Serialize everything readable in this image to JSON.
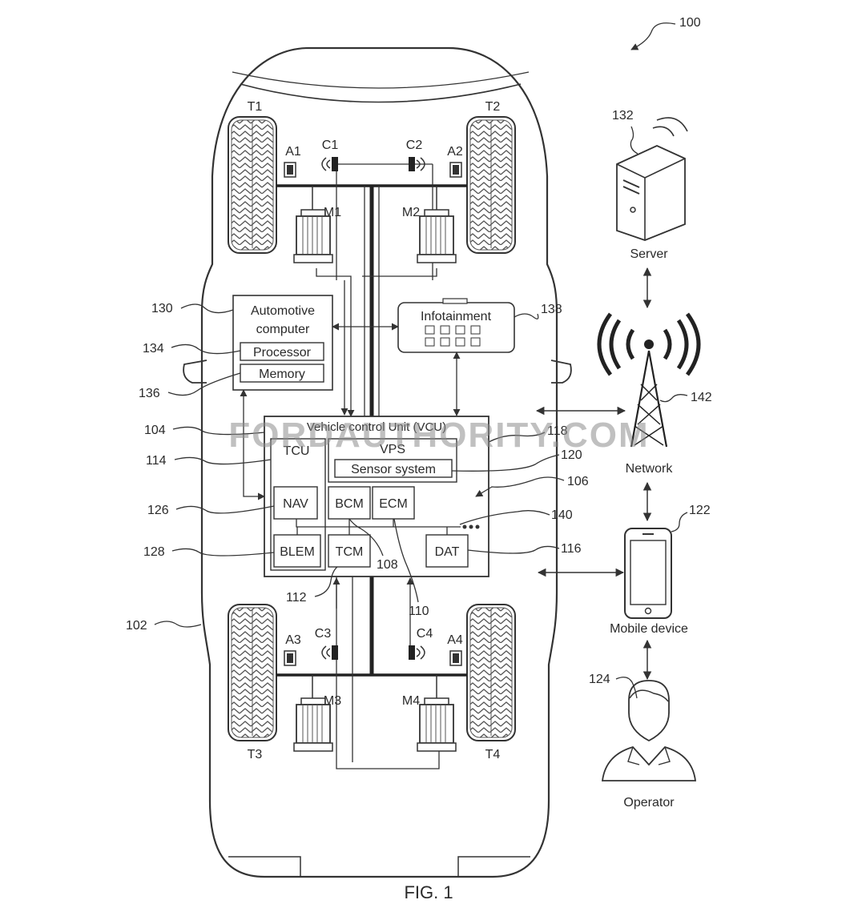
{
  "figure": {
    "caption": "FIG. 1",
    "ref_system": "100",
    "watermark": "FORDAUTHORITY.COM"
  },
  "vehicle": {
    "ref": "102",
    "tires": [
      "T1",
      "T2",
      "T3",
      "T4"
    ],
    "actuators": [
      "A1",
      "A2",
      "A3",
      "A4"
    ],
    "cameras": [
      "C1",
      "C2",
      "C3",
      "C4"
    ],
    "motors": [
      "M1",
      "M2",
      "M3",
      "M4"
    ]
  },
  "automotive_computer": {
    "label": "Automotive computer",
    "ref": "130",
    "processor": {
      "label": "Processor",
      "ref": "134"
    },
    "memory": {
      "label": "Memory",
      "ref": "136"
    }
  },
  "infotainment": {
    "label": "Infotainment",
    "ref": "138"
  },
  "vcu": {
    "label": "Vehicle control Unit (VCU)",
    "ref": "104",
    "line_ref": "118",
    "tcu": {
      "label": "TCU",
      "ref": "114"
    },
    "vps": {
      "label": "VPS",
      "ref": "120"
    },
    "sensor_system": {
      "label": "Sensor system"
    },
    "ecu_group_ref": "106",
    "nav": {
      "label": "NAV",
      "ref": "126"
    },
    "bcm": {
      "label": "BCM",
      "ref": "108"
    },
    "ecm": {
      "label": "ECM",
      "ref": "110"
    },
    "bus_ref": "140",
    "blem": {
      "label": "BLEM",
      "ref": "128"
    },
    "tcm": {
      "label": "TCM",
      "ref": "112"
    },
    "dat": {
      "label": "DAT",
      "ref": "116"
    }
  },
  "server": {
    "label": "Server",
    "ref": "132"
  },
  "network": {
    "label": "Network",
    "ref": "142"
  },
  "mobile_device": {
    "label": "Mobile device",
    "ref": "122"
  },
  "operator": {
    "label": "Operator",
    "ref": "124"
  }
}
